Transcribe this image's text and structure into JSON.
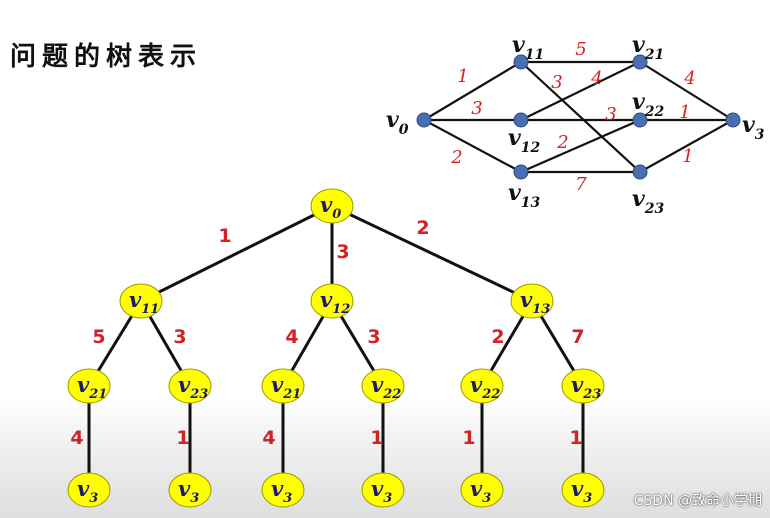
{
  "title": "问题的树表示",
  "watermark": "CSDN @致命小学期",
  "colors": {
    "edge": "#111111",
    "weight": "#d32222",
    "graph_node": "#4a6fb0",
    "tree_node": "#ffff00",
    "tree_node_stroke": "#999900"
  },
  "graph": {
    "nodes": [
      {
        "id": "v0",
        "base": "v",
        "sub": "0"
      },
      {
        "id": "v11",
        "base": "v",
        "sub": "11"
      },
      {
        "id": "v12",
        "base": "v",
        "sub": "12"
      },
      {
        "id": "v13",
        "base": "v",
        "sub": "13"
      },
      {
        "id": "v21",
        "base": "v",
        "sub": "21"
      },
      {
        "id": "v22",
        "base": "v",
        "sub": "22"
      },
      {
        "id": "v23",
        "base": "v",
        "sub": "23"
      },
      {
        "id": "v3",
        "base": "v",
        "sub": "3"
      }
    ],
    "edges": [
      {
        "from": "v0",
        "to": "v11",
        "weight": "1"
      },
      {
        "from": "v0",
        "to": "v12",
        "weight": "3"
      },
      {
        "from": "v0",
        "to": "v13",
        "weight": "2"
      },
      {
        "from": "v11",
        "to": "v21",
        "weight": "5"
      },
      {
        "from": "v11",
        "to": "v23",
        "weight": "3"
      },
      {
        "from": "v12",
        "to": "v21",
        "weight": "4"
      },
      {
        "from": "v12",
        "to": "v22",
        "weight": "3"
      },
      {
        "from": "v13",
        "to": "v22",
        "weight": "2"
      },
      {
        "from": "v13",
        "to": "v23",
        "weight": "7"
      },
      {
        "from": "v21",
        "to": "v3",
        "weight": "4"
      },
      {
        "from": "v22",
        "to": "v3",
        "weight": "1"
      },
      {
        "from": "v23",
        "to": "v3",
        "weight": "1"
      }
    ]
  },
  "tree": {
    "nodes": [
      {
        "id": "t0",
        "base": "v",
        "sub": "0"
      },
      {
        "id": "t1",
        "base": "v",
        "sub": "11"
      },
      {
        "id": "t2",
        "base": "v",
        "sub": "12"
      },
      {
        "id": "t3",
        "base": "v",
        "sub": "13"
      },
      {
        "id": "t4",
        "base": "v",
        "sub": "21"
      },
      {
        "id": "t5",
        "base": "v",
        "sub": "23"
      },
      {
        "id": "t6",
        "base": "v",
        "sub": "21"
      },
      {
        "id": "t7",
        "base": "v",
        "sub": "22"
      },
      {
        "id": "t8",
        "base": "v",
        "sub": "22"
      },
      {
        "id": "t9",
        "base": "v",
        "sub": "23"
      },
      {
        "id": "t10",
        "base": "v",
        "sub": "3"
      },
      {
        "id": "t11",
        "base": "v",
        "sub": "3"
      },
      {
        "id": "t12",
        "base": "v",
        "sub": "3"
      },
      {
        "id": "t13",
        "base": "v",
        "sub": "3"
      },
      {
        "id": "t14",
        "base": "v",
        "sub": "3"
      },
      {
        "id": "t15",
        "base": "v",
        "sub": "3"
      }
    ],
    "edges": [
      {
        "from": "t0",
        "to": "t1",
        "weight": "1"
      },
      {
        "from": "t0",
        "to": "t2",
        "weight": "3"
      },
      {
        "from": "t0",
        "to": "t3",
        "weight": "2"
      },
      {
        "from": "t1",
        "to": "t4",
        "weight": "5"
      },
      {
        "from": "t1",
        "to": "t5",
        "weight": "3"
      },
      {
        "from": "t2",
        "to": "t6",
        "weight": "4"
      },
      {
        "from": "t2",
        "to": "t7",
        "weight": "3"
      },
      {
        "from": "t3",
        "to": "t8",
        "weight": "2"
      },
      {
        "from": "t3",
        "to": "t9",
        "weight": "7"
      },
      {
        "from": "t4",
        "to": "t10",
        "weight": "4"
      },
      {
        "from": "t5",
        "to": "t11",
        "weight": "1"
      },
      {
        "from": "t6",
        "to": "t12",
        "weight": "4"
      },
      {
        "from": "t7",
        "to": "t13",
        "weight": "1"
      },
      {
        "from": "t8",
        "to": "t14",
        "weight": "1"
      },
      {
        "from": "t9",
        "to": "t15",
        "weight": "1"
      }
    ]
  }
}
